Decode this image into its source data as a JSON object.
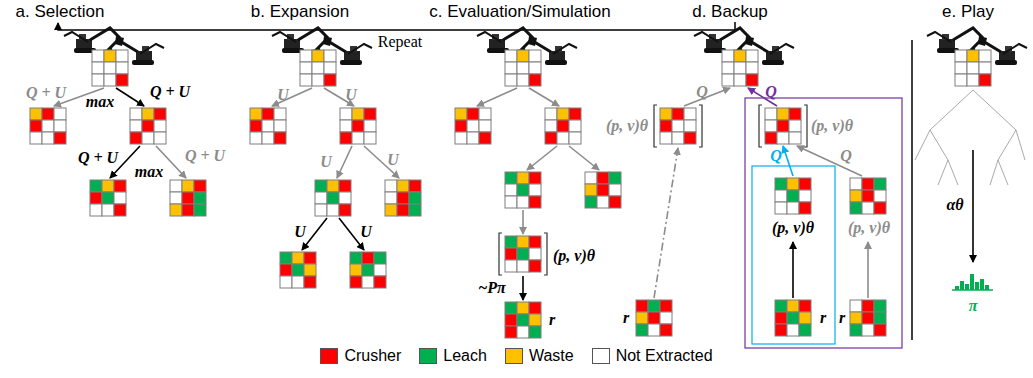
{
  "diagram": {
    "labels": [
      "a. Selection",
      "b. Expansion",
      "c. Evaluation/Simulation",
      "d. Backup",
      "e. Play",
      "Repeat",
      "Q + U",
      "Q + U",
      "max",
      "Q + U",
      "max",
      "Q + U",
      "U",
      "U",
      "U",
      "U",
      "U",
      "U",
      "(p, v)θ",
      "~Pπ",
      "r",
      "(p, v)θ",
      "Q",
      "Q",
      "(p, v)θ",
      "Q",
      "Q",
      "(p, v)θ",
      "(p, v)θ",
      "r",
      "r",
      "r",
      "αθ",
      "π"
    ],
    "legend": [
      {
        "text": "Crusher",
        "color": "#ff0000"
      },
      {
        "text": "Leach",
        "color": "#00b050"
      },
      {
        "text": "Waste",
        "color": "#ffc000"
      },
      {
        "text": "Not Extracted",
        "color": "#ffffff"
      }
    ]
  }
}
